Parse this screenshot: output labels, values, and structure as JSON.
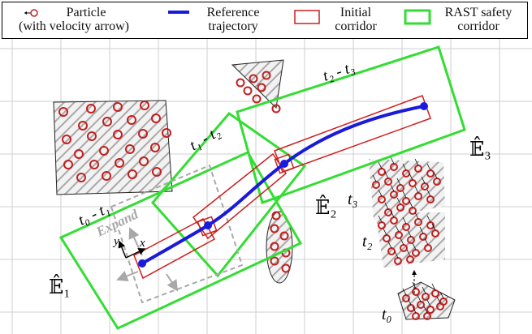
{
  "legend": {
    "particle": [
      "Particle",
      "(with velocity arrow)"
    ],
    "reference": [
      "Reference",
      "trajectory"
    ],
    "initial": [
      "Initial",
      "corridor"
    ],
    "rast": [
      "RAST safety",
      "corridor"
    ]
  },
  "labels": {
    "t0_t1": "t₀ - t₁",
    "t1_t2": "t₁ - t₂",
    "t2_t3": "t₂ - t₃",
    "expand": "Expand",
    "x_axis": "x",
    "y_axis": "y",
    "e1": "𝔼̂₁",
    "e2": "𝔼̂₂",
    "e3": "𝔼̂₃",
    "t3": "t₃",
    "t2": "t₂",
    "t0": "t₀"
  },
  "colors": {
    "reference": "#1a1adb",
    "initial": "#cc1f1f",
    "rast": "#33dd33",
    "expand": "#a8a8a8",
    "particle": "#c41e1e",
    "grid": "#cfcfcf"
  }
}
